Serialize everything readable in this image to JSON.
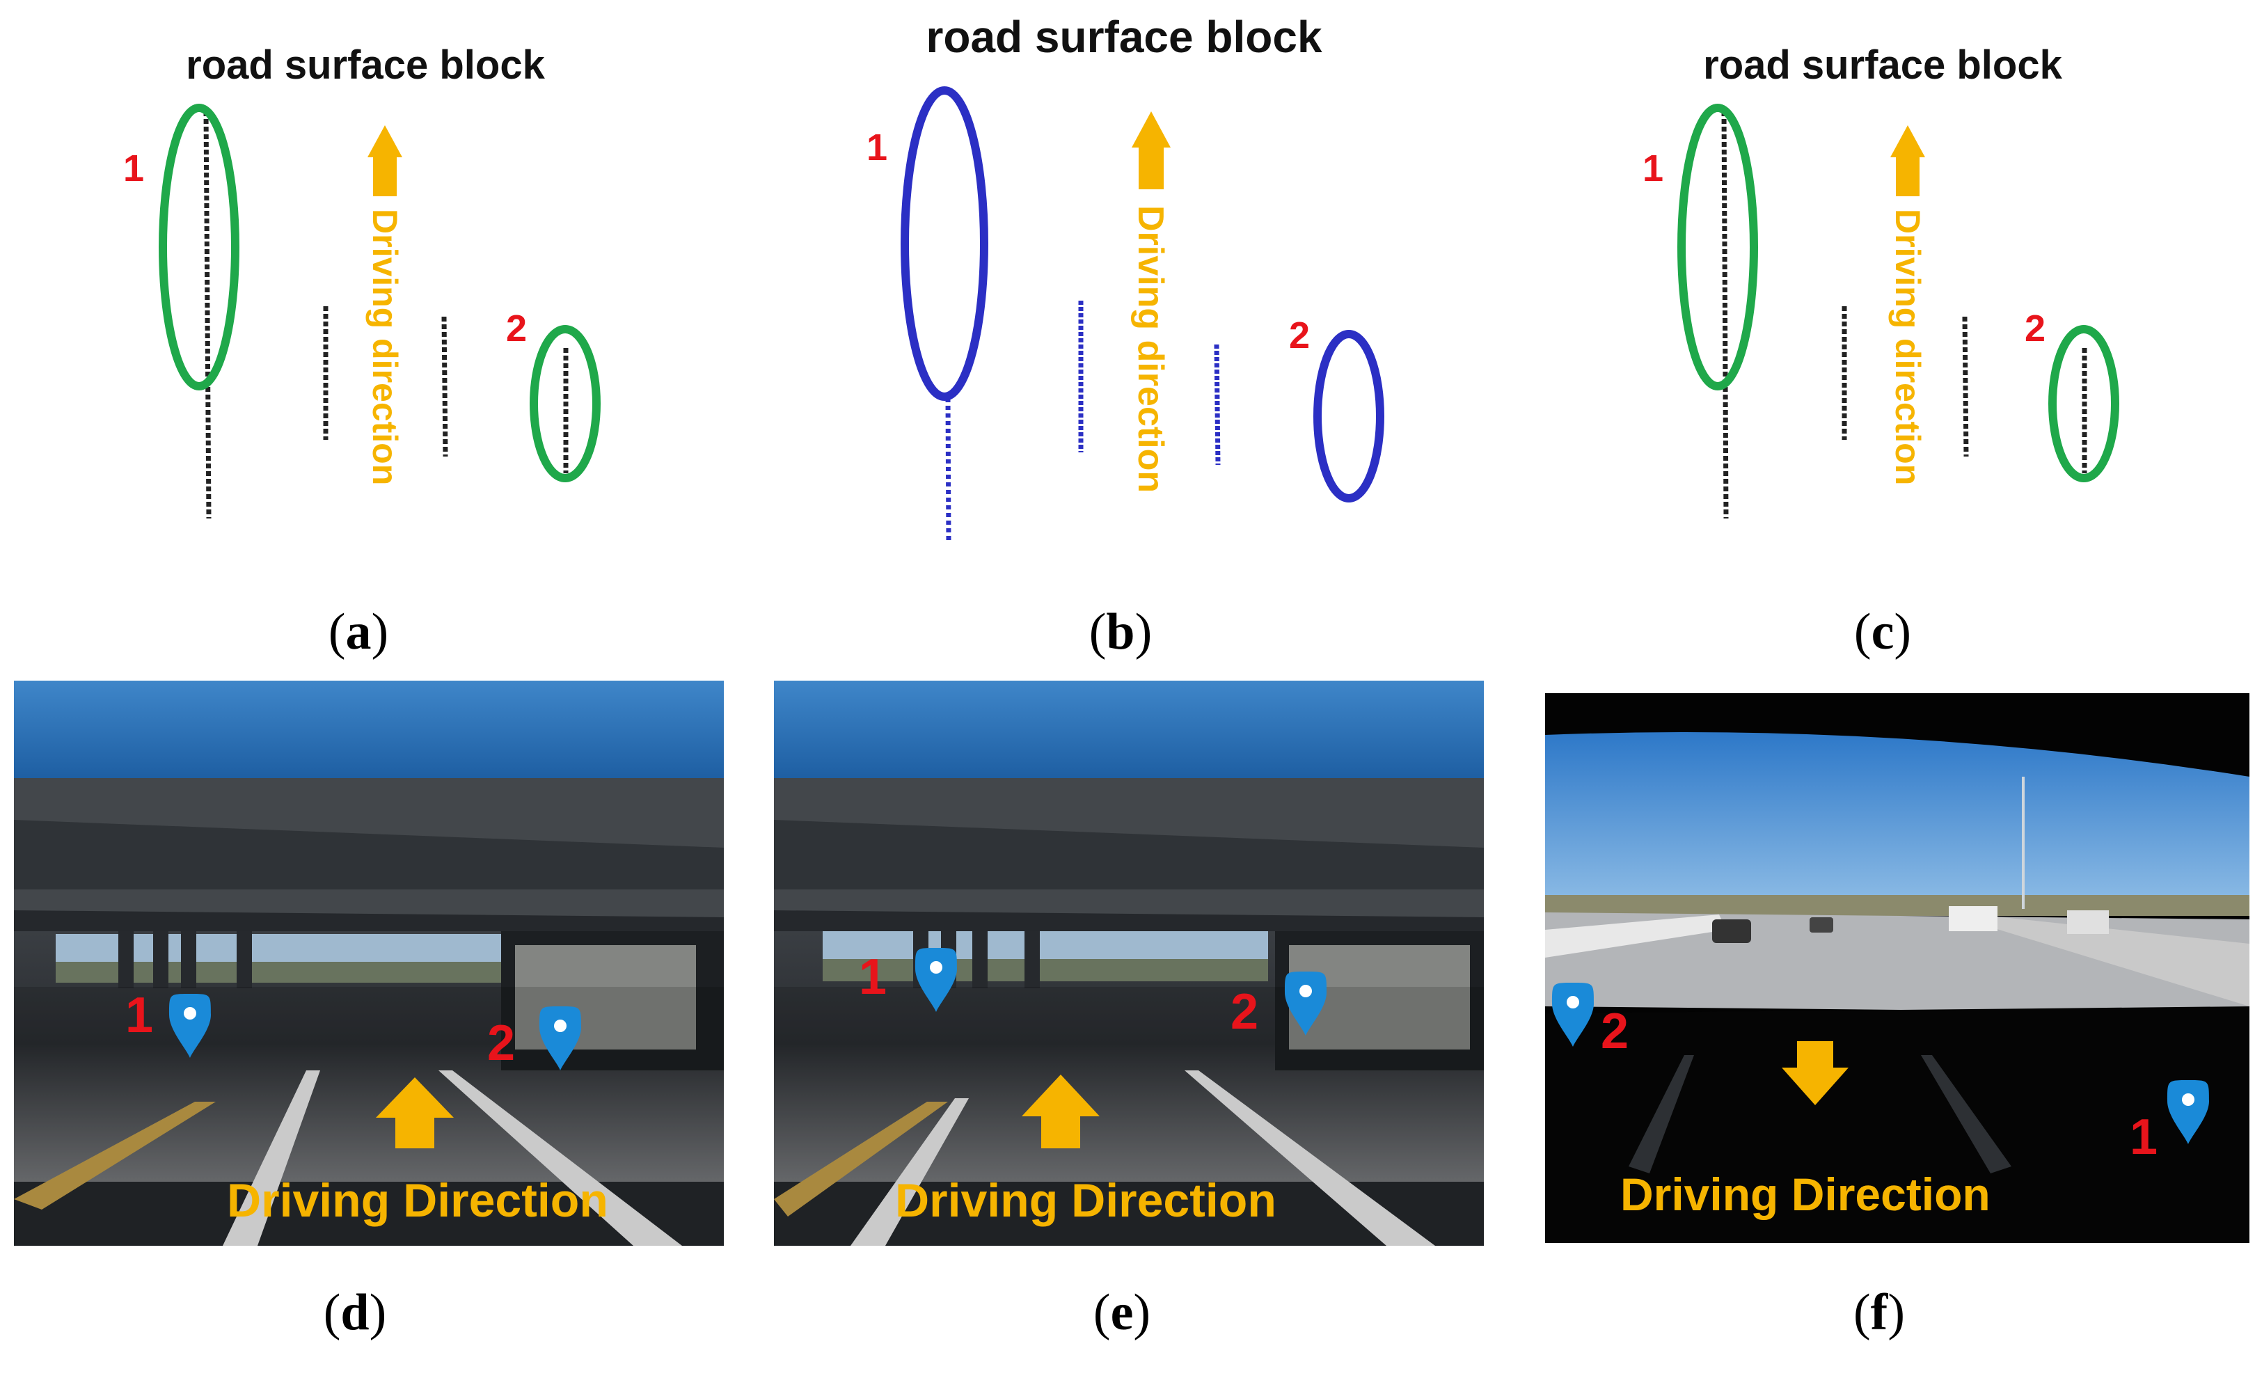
{
  "diagrams": [
    {
      "title": "road surface block",
      "direction_label": "Driving direction",
      "marker_1": "1",
      "marker_2": "2",
      "caption_letter": "a",
      "ellipse_color": "#1fa84a",
      "line_color": "#222222"
    },
    {
      "title": "road surface block",
      "direction_label": "Driving direction",
      "marker_1": "1",
      "marker_2": "2",
      "caption_letter": "b",
      "ellipse_color": "#2b2fc4",
      "line_color": "#2b2fc4"
    },
    {
      "title": "road surface block",
      "direction_label": "Driving direction",
      "marker_1": "1",
      "marker_2": "2",
      "caption_letter": "c",
      "ellipse_color": "#1fa84a",
      "line_color": "#222222"
    }
  ],
  "photos": [
    {
      "direction_label": "Driving Direction",
      "marker_1": "1",
      "marker_2": "2",
      "caption_letter": "d",
      "arrow": "up",
      "scene": "overpass"
    },
    {
      "direction_label": "Driving Direction",
      "marker_1": "1",
      "marker_2": "2",
      "caption_letter": "e",
      "arrow": "up",
      "scene": "overpass"
    },
    {
      "direction_label": "Driving Direction",
      "marker_1": "1",
      "marker_2": "2",
      "caption_letter": "f",
      "arrow": "down",
      "scene": "open-highway"
    }
  ],
  "colors": {
    "accent_orange": "#f6b400",
    "marker_red": "#e8141b",
    "pin_blue": "#1a8ad8"
  },
  "caption_open": "(",
  "caption_close": ")"
}
